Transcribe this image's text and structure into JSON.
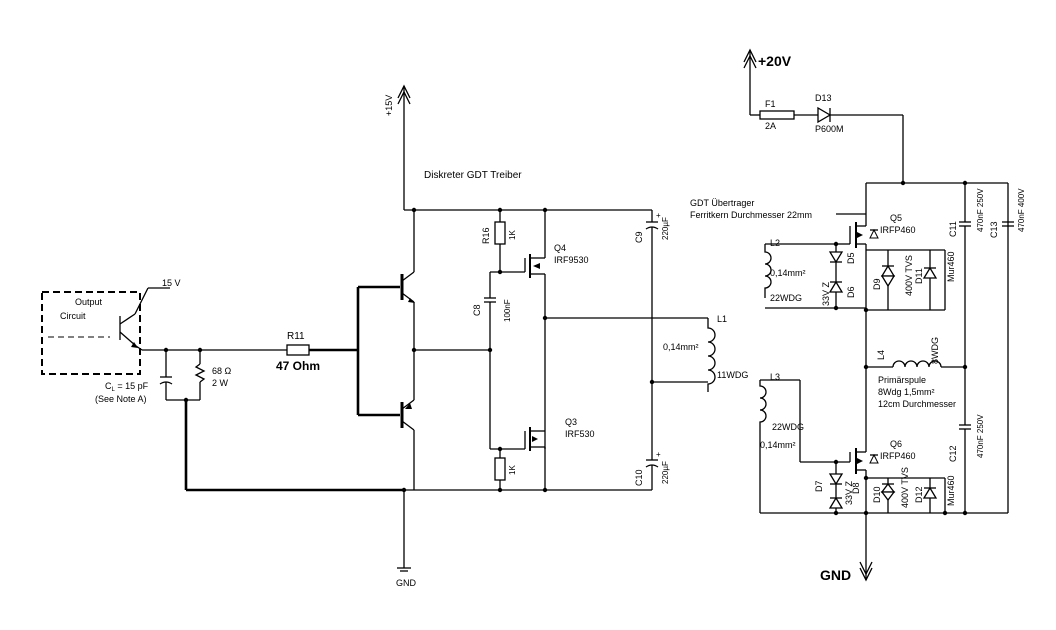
{
  "title": "Diskreter GDT Treiber",
  "transformer": {
    "title": "GDT Übertrager",
    "subtitle": "Ferritkern Durchmesser 22mm"
  },
  "rails": {
    "v15": "+15V",
    "v20": "+20V",
    "gnd": "GND",
    "gnd2": "GND"
  },
  "input": {
    "box_title": "Output",
    "box_sub": "Circuit",
    "supply": "15 V",
    "cl_label": "C",
    "cl_sub": "L",
    "cl_value": " = 15 pF",
    "note": "(See Note A)",
    "r_value": "68 Ω",
    "r_power": "2 W"
  },
  "r11": {
    "name": "R11",
    "value": "47 Ohm"
  },
  "r16": {
    "name": "R16",
    "value": "1K"
  },
  "r_low": {
    "value": "1K"
  },
  "c8": {
    "name": "C8",
    "value": "100nF"
  },
  "c9": {
    "name": "C9",
    "value": "220µF"
  },
  "c10": {
    "name": "C10",
    "value": "220µF"
  },
  "q4": {
    "name": "Q4",
    "part": "IRF9530"
  },
  "q3": {
    "name": "Q3",
    "part": "IRF530"
  },
  "l1": {
    "name": "L1",
    "wire": "0,14mm²",
    "turns": "11WDG"
  },
  "l2": {
    "name": "L2",
    "wire": "0,14mm²",
    "turns": "22WDG"
  },
  "l3": {
    "name": "L3",
    "turns": "22WDG",
    "wire": "0,14mm²"
  },
  "l4": {
    "name": "L4",
    "turns": "8WDG"
  },
  "primary": {
    "line1": "Primärspule",
    "line2": "8Wdg 1,5mm²",
    "line3": "12cm Durchmesser"
  },
  "f1": {
    "name": "F1",
    "value": "2A"
  },
  "d13": {
    "name": "D13",
    "part": "P600M"
  },
  "q5": {
    "name": "Q5",
    "part": "IRFP460"
  },
  "q6": {
    "name": "Q6",
    "part": "IRFP460"
  },
  "d5": {
    "name": "D5"
  },
  "d6": {
    "name": "D6",
    "zener": "33V Z"
  },
  "d7": {
    "name": "D7"
  },
  "d8": {
    "name": "D8",
    "zener": "33V Z"
  },
  "d9": {
    "name": "D9",
    "tvs": "400V TVS"
  },
  "d10": {
    "name": "D10",
    "tvs": "400V TVS"
  },
  "d11": {
    "name": "D11",
    "part": "Mur460"
  },
  "d12": {
    "name": "D12",
    "part": "Mur460"
  },
  "c11": {
    "name": "C11",
    "value": "470nF 250V"
  },
  "c12": {
    "name": "C12",
    "value": "470nF 250V"
  },
  "c13": {
    "name": "C13",
    "value": "470nF 400V"
  }
}
